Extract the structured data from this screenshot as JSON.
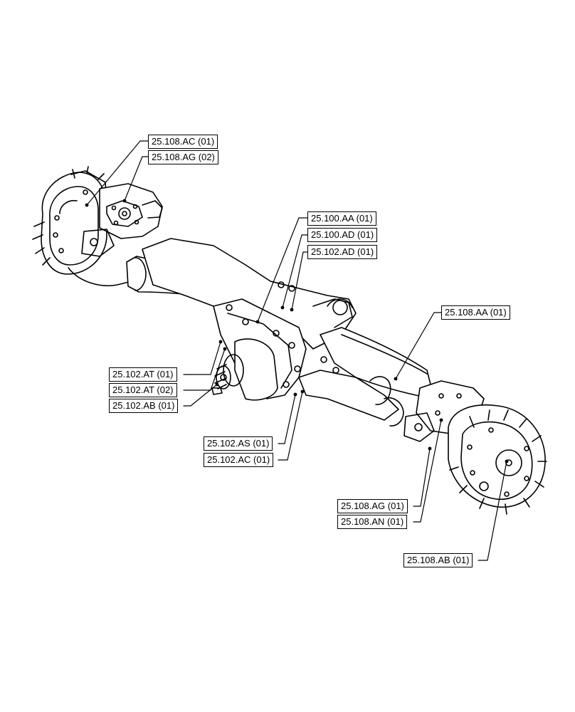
{
  "callouts": [
    {
      "id": "c1",
      "label": "25.108.AC (01)"
    },
    {
      "id": "c2",
      "label": "25.108.AG (02)"
    },
    {
      "id": "c3",
      "label": "25.100.AA (01)"
    },
    {
      "id": "c4",
      "label": "25.100.AD (01)"
    },
    {
      "id": "c5",
      "label": "25.102.AD (01)"
    },
    {
      "id": "c6",
      "label": "25.108.AA (01)"
    },
    {
      "id": "c7",
      "label": "25.102.AT (01)"
    },
    {
      "id": "c8",
      "label": "25.102.AT (02)"
    },
    {
      "id": "c9",
      "label": "25.102.AB (01)"
    },
    {
      "id": "c10",
      "label": "25.102.AS (01)"
    },
    {
      "id": "c11",
      "label": "25.102.AC (01)"
    },
    {
      "id": "c12",
      "label": "25.108.AG (01)"
    },
    {
      "id": "c13",
      "label": "25.108.AN (01)"
    },
    {
      "id": "c14",
      "label": "25.108.AB (01)"
    }
  ],
  "colors": {
    "line": "#000000",
    "paper": "#ffffff"
  }
}
